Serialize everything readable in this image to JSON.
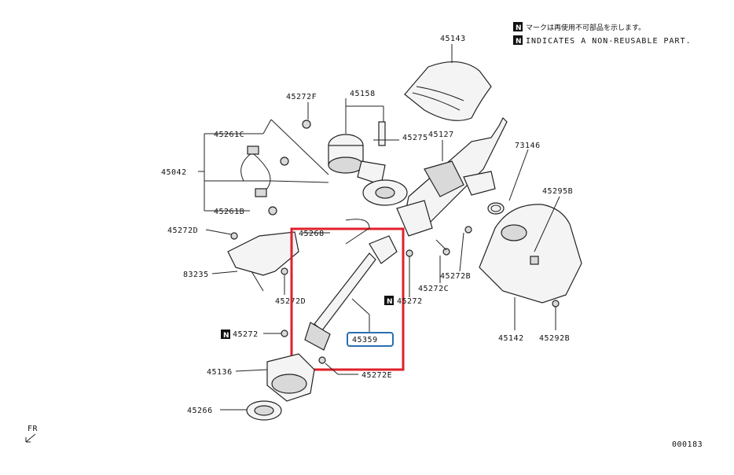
{
  "notes": {
    "symbol": "N",
    "jp": "マークは再使用不可部品を示します。",
    "en": "INDICATES A NON-REUSABLE PART."
  },
  "labels": {
    "p45143": "45143",
    "p45158": "45158",
    "p45272F": "45272F",
    "p45275": "45275",
    "p45127": "45127",
    "p73146": "73146",
    "p45261C": "45261C",
    "p45042": "45042",
    "p45261B": "45261B",
    "p45295B": "45295B",
    "p45272D_a": "45272D",
    "p45268": "45268",
    "p83235": "83235",
    "p45272B": "45272B",
    "p45272C": "45272C",
    "p45272D_b": "45272D",
    "p45272_a": "45272",
    "p45272_b": "45272",
    "p45359": "45359",
    "p45142": "45142",
    "p45292B": "45292B",
    "p45136": "45136",
    "p45272E": "45272E",
    "p45266": "45266"
  },
  "fr_label": "FR",
  "diagram_code": "000183",
  "colors": {
    "highlight": "#e0202a",
    "selected": "#2a6fb0"
  }
}
